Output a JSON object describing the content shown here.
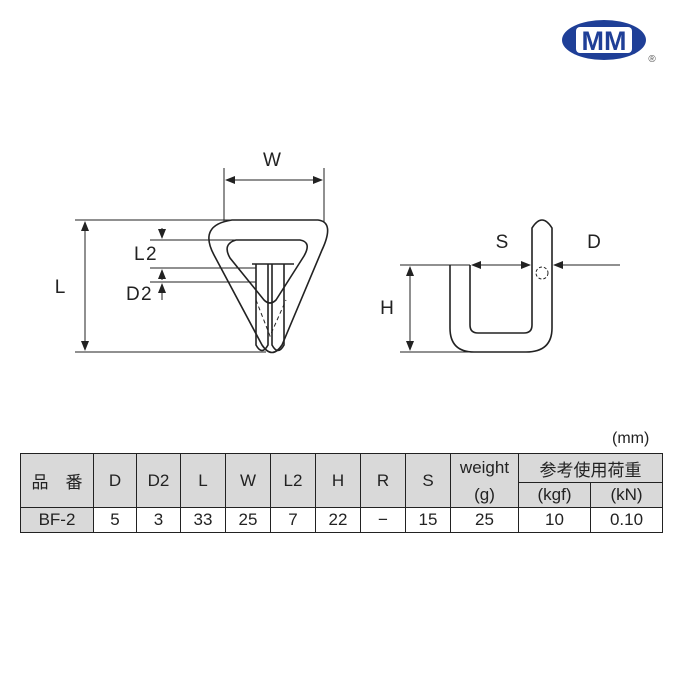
{
  "logo": {
    "text": "MM",
    "registered": "®",
    "color": "#1f3f97"
  },
  "drawing": {
    "labels": {
      "W": "W",
      "L": "L",
      "L2": "L",
      "L2_sub": "2",
      "D2": "D",
      "D2_sub": "2",
      "S": "S",
      "D": "D",
      "H": "H"
    }
  },
  "table": {
    "unit": "(mm)",
    "headers": [
      "品　番",
      "D",
      "D2",
      "L",
      "W",
      "L2",
      "H",
      "R",
      "S"
    ],
    "weight_header": "weight",
    "weight_unit": "(g)",
    "load_header": "参考使用荷重",
    "load_units": [
      "(kgf)",
      "(kN)"
    ],
    "rows": [
      {
        "cells": [
          "BF-2",
          "5",
          "3",
          "33",
          "25",
          "7",
          "22",
          "−",
          "15",
          "25",
          "10",
          "0.10"
        ]
      }
    ]
  }
}
